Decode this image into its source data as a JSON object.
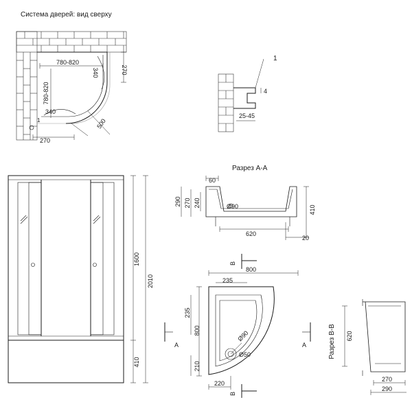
{
  "top_view": {
    "title": "Система дверей: вид сверху",
    "dims": {
      "width_range": "780-820",
      "side_270": "270",
      "side_340": "340",
      "height_range": "780-820",
      "bottom_340": "340",
      "bottom_270": "270",
      "diag_500": "500",
      "marker_1": "1"
    }
  },
  "profile_detail": {
    "callout": "1",
    "dim_4": "4",
    "dim_range": "25-45"
  },
  "front_view": {
    "dims": {
      "glass_height": "1600",
      "total_height": "2010",
      "tray_height": "410"
    }
  },
  "section_aa": {
    "title": "Разрез А-А",
    "dims": {
      "d60": "60",
      "d290": "290",
      "d270": "270",
      "d240": "240",
      "drain": "Ø90",
      "d410": "410",
      "d620": "620",
      "d20": "20"
    }
  },
  "tray_plan": {
    "dims": {
      "d800_top": "800",
      "d235_top": "235",
      "d235_left": "235",
      "d800_left": "800",
      "d210": "210",
      "d220": "220",
      "drain_outer": "Ø90",
      "drain_inner": "Ø50"
    },
    "section_marks": {
      "a_left": "A",
      "a_right": "A",
      "b_top": "B",
      "b_bottom": "B"
    }
  },
  "section_bb": {
    "title": "Разрез В-В",
    "dims": {
      "d620": "620",
      "d270": "270",
      "d290": "290"
    }
  }
}
